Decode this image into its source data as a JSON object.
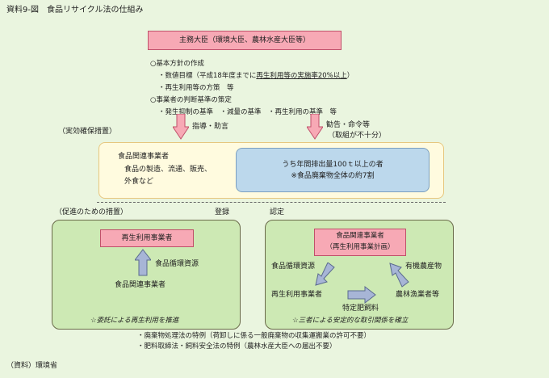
{
  "title": "資料9-図　食品リサイクル法の仕組み",
  "competent_ministers": "主務大臣（環境大臣、農林水産大臣等）",
  "bullets": {
    "basic_policy": "○基本方針の作成",
    "target_prefix": "・数値目標（平成18年度までに",
    "target_underlined": "再生利用等の実施率20%以上",
    "target_suffix": "）",
    "methods": "・再生利用等の方策　等",
    "criteria": "○事業者の判断基準の策定",
    "criteria_items": "・発生抑制の基準　・減量の基準　・再生利用の基準　等"
  },
  "guidance_label": "指導・助言",
  "recommend_label": "勧告・命令等",
  "recommend_sub": "（取組が不十分）",
  "enforcement_label": "（実効確保措置）",
  "food_business": {
    "title": "食品関連事業者",
    "desc_line1": "食品の製造、流通、販売、",
    "desc_line2": "外食など"
  },
  "large_emitters": {
    "line1": "うち年間排出量100ｔ以上の者",
    "line2": "※食品廃棄物全体の約7割"
  },
  "promotion_label": "（促進のための措置）",
  "registration_label": "登録",
  "certification_label": "認定",
  "left_panel": {
    "box": "再生利用事業者",
    "resource": "食品循環資源",
    "source": "食品関連事業者",
    "note": "☆委託による再生利用を推進"
  },
  "right_panel": {
    "box_line1": "食品関連事業者",
    "box_line2": "（再生利用事業計画）",
    "resource": "食品循環資源",
    "recycler": "再生利用事業者",
    "fertilizer": "特定肥飼料",
    "farmer": "農林漁業者等",
    "product": "有機農産物",
    "note": "☆三者による安定的な取引関係を確立"
  },
  "exceptions": {
    "line1": "・廃棄物処理法の特例（荷卸しに係る一般廃棄物の収集運搬業の許可不要）",
    "line2": "・肥料取締法・飼料安全法の特例（農林水産大臣への届出不要）"
  },
  "source": "（資料）環境省",
  "colors": {
    "background": "#eaf5df",
    "pink": "#f7a9b5",
    "blue_box": "#bcd8ec",
    "yellow_box": "#fffbdf",
    "green_panel": "#cde9b4",
    "arrow_blue": "#a7b5d6"
  }
}
